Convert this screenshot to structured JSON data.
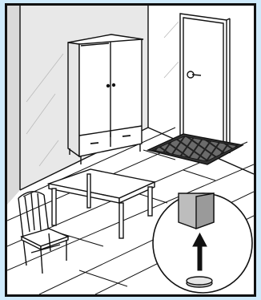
{
  "scene": {
    "items": [
      {
        "id": "wardrobe",
        "icon": "wardrobe-icon"
      },
      {
        "id": "door",
        "icon": "door-icon"
      },
      {
        "id": "door-handle",
        "icon": "door-handle-icon"
      },
      {
        "id": "doormat",
        "icon": "doormat-icon"
      },
      {
        "id": "table",
        "icon": "table-icon"
      },
      {
        "id": "chair",
        "icon": "chair-icon"
      },
      {
        "id": "callout",
        "icon": "magnifier-callout-icon"
      },
      {
        "id": "furniture-leg",
        "icon": "leg-icon"
      },
      {
        "id": "arrow-up",
        "icon": "arrow-up-icon"
      },
      {
        "id": "felt-pad",
        "icon": "felt-pad-icon"
      }
    ],
    "colors": {
      "background": "#cfeafb",
      "wall_shade": "#d9d9d9",
      "line": "#111111",
      "leg_shade": "#bdbdbd",
      "mat_dark": "#444444"
    }
  }
}
